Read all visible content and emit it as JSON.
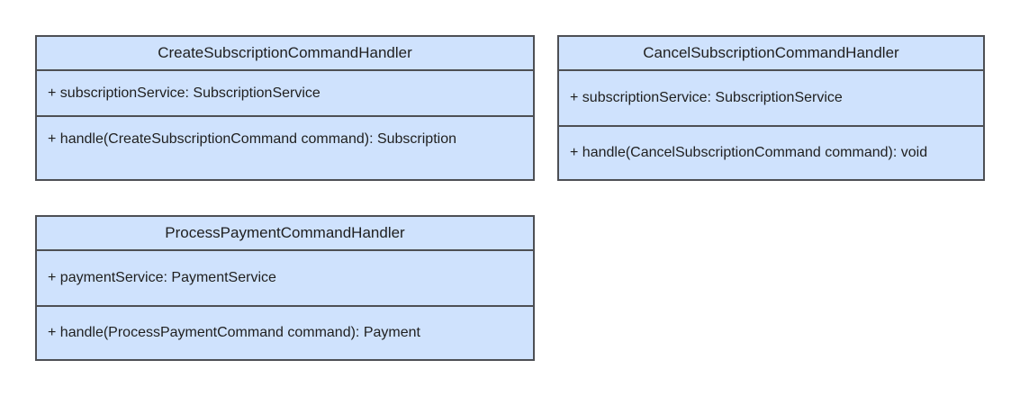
{
  "diagram": {
    "classes": [
      {
        "name": "CreateSubscriptionCommandHandler",
        "attributes": [
          "+ subscriptionService: SubscriptionService"
        ],
        "methods": [
          "+ handle(CreateSubscriptionCommand command): Subscription"
        ]
      },
      {
        "name": "CancelSubscriptionCommandHandler",
        "attributes": [
          "+ subscriptionService: SubscriptionService"
        ],
        "methods": [
          "+ handle(CancelSubscriptionCommand command): void"
        ]
      },
      {
        "name": "ProcessPaymentCommandHandler",
        "attributes": [
          "+ paymentService: PaymentService"
        ],
        "methods": [
          "+ handle(ProcessPaymentCommand command): Payment"
        ]
      }
    ],
    "colors": {
      "class_fill": "#cfe2fd",
      "class_border": "#4d4f54",
      "text": "#1f1f1f",
      "background": "#ffffff"
    }
  }
}
